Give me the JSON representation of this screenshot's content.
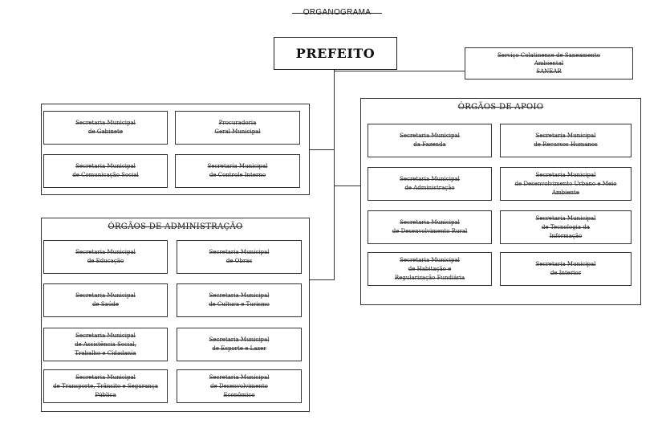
{
  "title": "ORGANOGRAMA",
  "mayor": "PREFEITO",
  "saneamento": "Serviço Colatinense de Saneamento\nAmbiental\nSANEAR",
  "gabinete_group": {
    "boxes": [
      "Secretaria Municipal\nde Gabinete",
      "Procuradoria\nGeral Municipal",
      "Secretaria Municipal\nde Comunicação Social",
      "Secretaria Municipal\nde Controle Interno"
    ]
  },
  "apoio_group": {
    "title": "ÓRGÃOS DE APOIO",
    "boxes": [
      "Secretaria Municipal\nda Fazenda",
      "Secretaria Municipal\nde Recursos Humanos",
      "Secretaria Municipal\nde Administração",
      "Secretaria Municipal\nde Desenvolvimento Urbano e Meio\nAmbiente",
      "Secretaria Municipal\nde Desenvolvimento Rural",
      "Secretaria Municipal\nde Tecnologia da\nInformação",
      "Secretaria Municipal\nde Habitação e\nRegularização Fundiária",
      "Secretaria Municipal\nde Interior"
    ]
  },
  "admin_group": {
    "title": "ÓRGÃOS DE ADMINISTRAÇÃO",
    "boxes": [
      "Secretaria Municipal\nde Educação",
      "Secretaria Municipal\nde Obras",
      "Secretaria Municipal\nde Saúde",
      "Secretaria Municipal\nde Cultura e Turismo",
      "Secretaria Municipal\nde Assistência Social,\nTrabalho e Cidadania",
      "Secretaria Municipal\nde Esporte e Lazer",
      "Secretaria Municipal\nde Transporte, Trânsito e Segurança\nPública",
      "Secretaria Municipal\nde Desenvolvimento\nEconômico"
    ]
  }
}
